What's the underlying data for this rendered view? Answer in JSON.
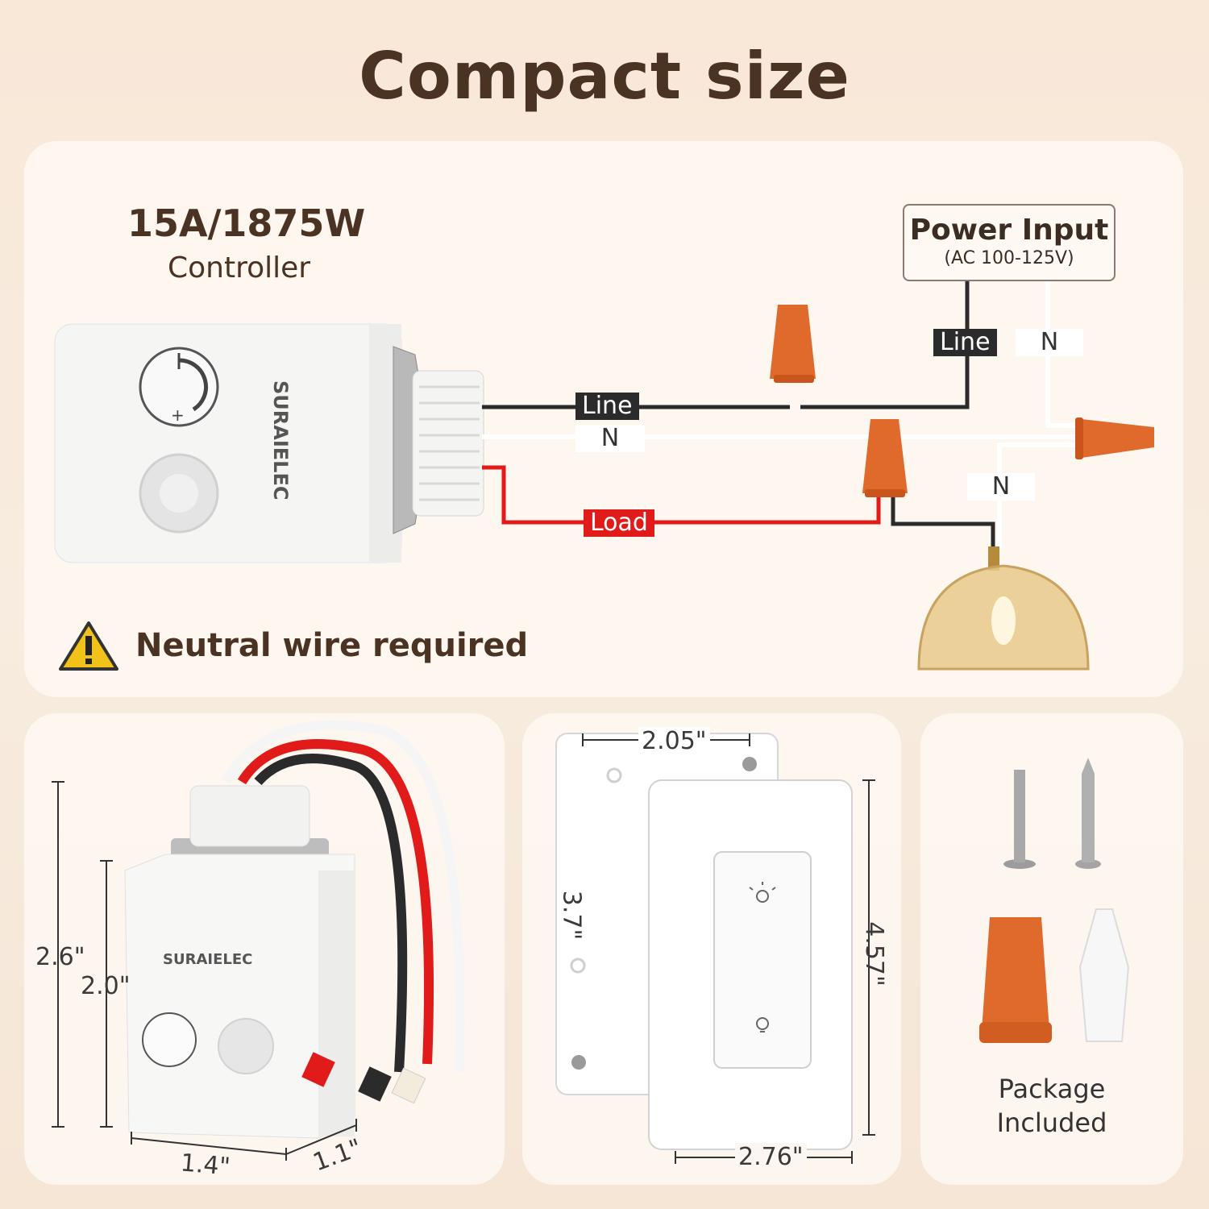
{
  "title": "Compact size",
  "controller": {
    "rating": "15A/1875W",
    "label": "Controller",
    "brand": "SURAIELEC"
  },
  "power_input": {
    "label": "Power Input",
    "spec": "(AC 100-125V)"
  },
  "wire_tags": {
    "line_top": "Line",
    "n_top": "N",
    "line_mid": "Line",
    "n_mid": "N",
    "load": "Load",
    "n_lamp": "N"
  },
  "warning": "Neutral wire required",
  "dimensions": {
    "controller_height_total": "2.6\"",
    "controller_height_body": "2.0\"",
    "controller_width": "1.4\"",
    "controller_depth": "1.1\"",
    "plate_width": "2.05\"",
    "plate_height": "3.7\"",
    "cover_height": "4.57\"",
    "cover_width": "2.76\""
  },
  "package": {
    "line1": "Package",
    "line2": "Included"
  },
  "colors": {
    "wire_line": "#2b2b2b",
    "wire_neutral": "#ffffff",
    "wire_load": "#e11a1a",
    "connector": "#e06a2c"
  }
}
